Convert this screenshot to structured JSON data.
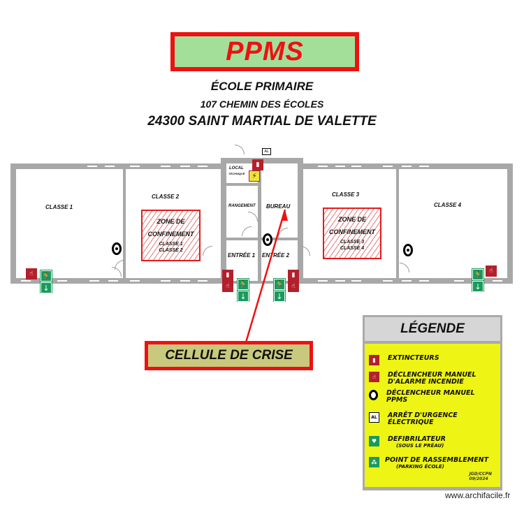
{
  "header": {
    "title": "PPMS",
    "school": "ÉCOLE PRIMAIRE",
    "street": "107 CHEMIN DES ÉCOLES",
    "city": "24300 SAINT MARTIAL DE VALETTE"
  },
  "colors": {
    "title_border": "#ee1111",
    "title_bg": "#a4df9a",
    "wall": "#a8a8a8",
    "zone_border": "#e21c1c",
    "extinguisher": "#b3202c",
    "exit_green": "#1a9a5c",
    "legend_bg": "#eef414",
    "legend_header_bg": "#d6d6d6",
    "crise_bg": "#c9c97e"
  },
  "rooms": {
    "classe1": "CLASSE 1",
    "classe2": "CLASSE 2",
    "classe3": "CLASSE 3",
    "classe4": "CLASSE 4",
    "local_technique_1": "LOCAL",
    "local_technique_2": "TECHNIQUE",
    "rangement": "RANGEMENT",
    "bureau": "BUREAU",
    "entree1": "ENTRÉE 1",
    "entree2": "ENTRÉE 2"
  },
  "zones": [
    {
      "title1": "ZONE DE",
      "title2": "CONFINEMENT",
      "sub1": "CLASSE 1",
      "sub2": "CLASSE 2"
    },
    {
      "title1": "ZONE DE",
      "title2": "CONFINEMENT",
      "sub1": "CLASSE 3",
      "sub2": "CLASSE 4"
    }
  ],
  "crisis_cell": {
    "label": "CELLULE DE CRISE"
  },
  "electrical_cutoff_tag": "AL",
  "legend": {
    "title": "LÉGENDE",
    "items": [
      {
        "icon": "extinguisher-icon",
        "label": "EXTINCTEURS",
        "sub": ""
      },
      {
        "icon": "fire-alarm-icon",
        "label": "DÉCLENCHEUR MANUEL D'ALARME INCENDIE",
        "sub": ""
      },
      {
        "icon": "ppms-trigger-icon",
        "label": "DÉCLENCHEUR MANUEL PPMS",
        "sub": ""
      },
      {
        "icon": "electrical-cutoff-icon",
        "label": "ARRÊT D'URGENCE ÉLECTRIQUE",
        "sub": ""
      },
      {
        "icon": "defibrillator-icon",
        "label": "DEFIBRILATEUR",
        "sub": "(SOUS LE PRÉAU)"
      },
      {
        "icon": "assembly-point-icon",
        "label": "POINT DE RASSEMBLEMENT",
        "sub": "(PARKING ÉCOLE)"
      }
    ],
    "credit_line1": "JGD/CCPN",
    "credit_line2": "09/2024"
  },
  "watermark": "www.archifacile.fr"
}
